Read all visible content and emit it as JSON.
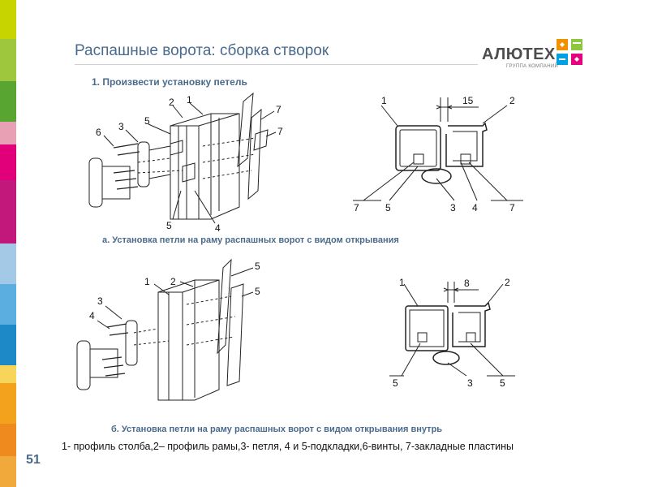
{
  "slide": {
    "title": "Распашные ворота: сборка створок",
    "page_number": "51",
    "step_title": "1. Произвести установку петель",
    "caption_a": "а. Установка петли на раму распашных ворот с видом открывания",
    "caption_b": "б. Установка петли на раму распашных ворот с видом открывания внутрь",
    "legend": "1- профиль столба,2– профиль рамы,3- петля, 4 и 5-подкладки,6-винты, 7-закладные пластины"
  },
  "logo": {
    "name": "АЛЮТЕХ",
    "subtitle": "ГРУППА КОМПАНИЙ",
    "colors": [
      "#f29100",
      "#8dc63f",
      "#00a0e1",
      "#e6007e"
    ]
  },
  "side_stripes": [
    "#c8d400",
    "#9ec73d",
    "#58a532",
    "#e8a0b4",
    "#e2007a",
    "#c2187b",
    "#a3c9e6",
    "#5aaee0",
    "#1d8ac7",
    "#f7d55a",
    "#f3a21d",
    "#ef8a1f",
    "#f2a93b"
  ],
  "drawings": {
    "fig1": {
      "labels": [
        "6",
        "3",
        "5",
        "2",
        "1",
        "7",
        "7",
        "5",
        "4"
      ]
    },
    "fig2": {
      "labels": [
        "1",
        "15",
        "2",
        "7",
        "5",
        "3",
        "4",
        "7"
      ]
    },
    "fig3": {
      "labels": [
        "4",
        "3",
        "1",
        "2",
        "5",
        "5"
      ]
    },
    "fig4": {
      "labels": [
        "1",
        "8",
        "2",
        "5",
        "3",
        "5"
      ]
    }
  }
}
